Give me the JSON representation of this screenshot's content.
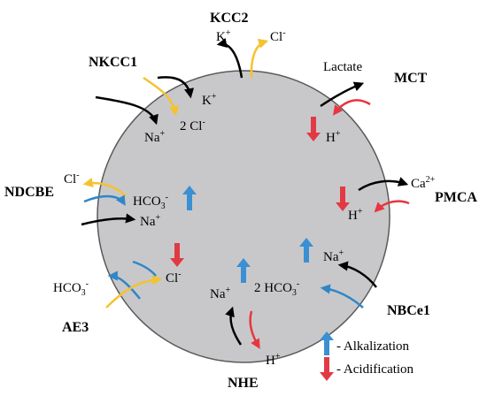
{
  "transporters": {
    "kcc2": "KCC2",
    "nkcc1": "NKCC1",
    "mct": "MCT",
    "ndcbe": "NDCBE",
    "pmca": "PMCA",
    "ae3": "AE3",
    "nbce1": "NBCe1",
    "nhe": "NHE"
  },
  "ions": {
    "kcc2_k": "K",
    "kcc2_k_sup": "+",
    "kcc2_cl": "Cl",
    "kcc2_cl_sup": "-",
    "nkcc1_k": "K",
    "nkcc1_k_sup": "+",
    "nkcc1_cl": "2 Cl",
    "nkcc1_cl_sup": "-",
    "nkcc1_na": "Na",
    "nkcc1_na_sup": "+",
    "mct_lactate": "Lactate",
    "mct_h": "H",
    "mct_h_sup": "+",
    "ndcbe_cl": "Cl",
    "ndcbe_cl_sup": "-",
    "ndcbe_hco3": "HCO",
    "ndcbe_hco3_sub": "3",
    "ndcbe_hco3_sup": "-",
    "ndcbe_na": "Na",
    "ndcbe_na_sup": "+",
    "pmca_ca": "Ca",
    "pmca_ca_sup": "2+",
    "pmca_h": "H",
    "pmca_h_sup": "+",
    "ae3_hco3": "HCO",
    "ae3_hco3_sub": "3",
    "ae3_hco3_sup": "-",
    "ae3_cl": "Cl",
    "ae3_cl_sup": "-",
    "nbce1_na": "Na",
    "nbce1_na_sup": "+",
    "nbce1_hco3": "2 HCO",
    "nbce1_hco3_sub": "3",
    "nbce1_hco3_sup": "-",
    "nhe_na": "Na",
    "nhe_na_sup": "+",
    "nhe_h": "H",
    "nhe_h_sup": "+"
  },
  "legend": {
    "alkalization": "- Alkalization",
    "acidification": "- Acidification"
  },
  "colors": {
    "cell_fill": "#c8c8ca",
    "cell_stroke": "#5a5a5a",
    "black_arrow": "#000000",
    "yellow_arrow": "#f5c230",
    "blue_arrow": "#2f86c9",
    "red_arrow": "#e8363f",
    "alkalization_icon": "#3b8fd3",
    "acidification_icon": "#e23a44"
  }
}
